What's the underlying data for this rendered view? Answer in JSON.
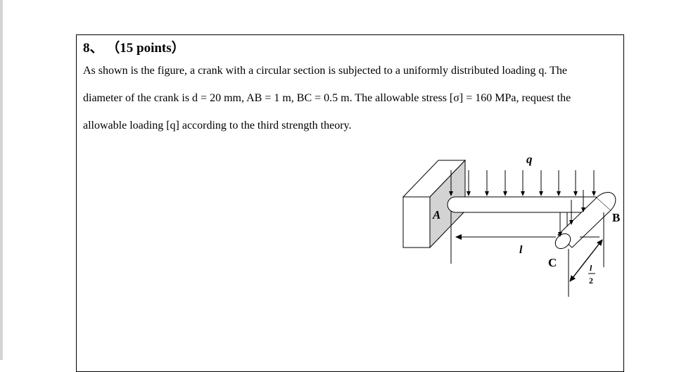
{
  "problem": {
    "number": "8、",
    "points": "（15 points）",
    "lines": [
      "As shown is the figure, a crank with a circular section is subjected to a uniformly distributed loading q. The",
      "diameter of the crank is d = 20 mm, AB = 1 m, BC = 0.5 m. The allowable stress [σ] = 160 MPa, request the",
      "allowable loading [q] according to the third strength theory."
    ]
  },
  "figure": {
    "load_label": "q",
    "point_a": "A",
    "point_b": "B",
    "point_c": "C",
    "length_label": "l",
    "half_length_numerator": "l",
    "half_length_denominator": "2",
    "colors": {
      "wall_side": "#d3d3d3",
      "wall_front": "#ffffff",
      "stroke": "#000000"
    }
  }
}
